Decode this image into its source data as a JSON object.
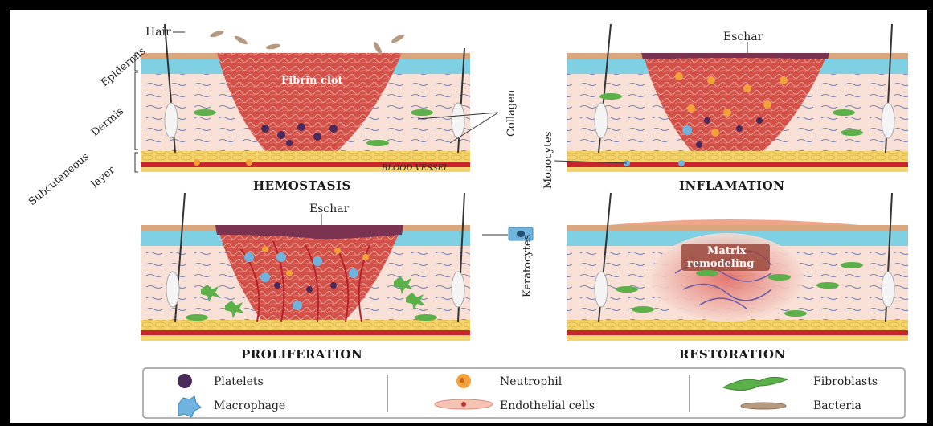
{
  "anatomy_labels": {
    "hair": "Hair",
    "epidermis": "Epidermis",
    "dermis": "Dermis",
    "subcutaneous": "Subcutaneous",
    "layer": "layer",
    "collagen": "Collagen",
    "monocytes": "Monocytes",
    "keratocytes": "Keratocytes",
    "blood_vessel": "BLOOD VESSEL"
  },
  "panels": {
    "hemostasis": {
      "title": "HEMOSTASIS",
      "inner_label": "Fibrin clot"
    },
    "inflamation": {
      "title": "INFLAMATION",
      "eschar": "Eschar"
    },
    "proliferation": {
      "title": "PROLIFERATION",
      "eschar": "Eschar"
    },
    "restoration": {
      "title": "RESTORATION",
      "inner_label_line1": "Matrix",
      "inner_label_line2": "remodeling"
    }
  },
  "legend": {
    "platelets": "Platelets",
    "macrophage": "Macrophage",
    "neutrophil": "Neutrophil",
    "endothelial": "Endothelial cells",
    "fibroblasts": "Fibroblasts",
    "bacteria": "Bacteria"
  },
  "colors": {
    "skin_top": "#d9a77e",
    "epidermis": "#7fd0e3",
    "dermis": "#f7dcd2",
    "wound": "#d8504a",
    "fat": "#f2d36b",
    "vessel": "#c8262c",
    "eschar": "#7a3350",
    "platelet": "#4a2a5a",
    "macrophage": "#6fb3df",
    "neutrophil": "#f3a23a",
    "fibroblast": "#5bb04a"
  }
}
